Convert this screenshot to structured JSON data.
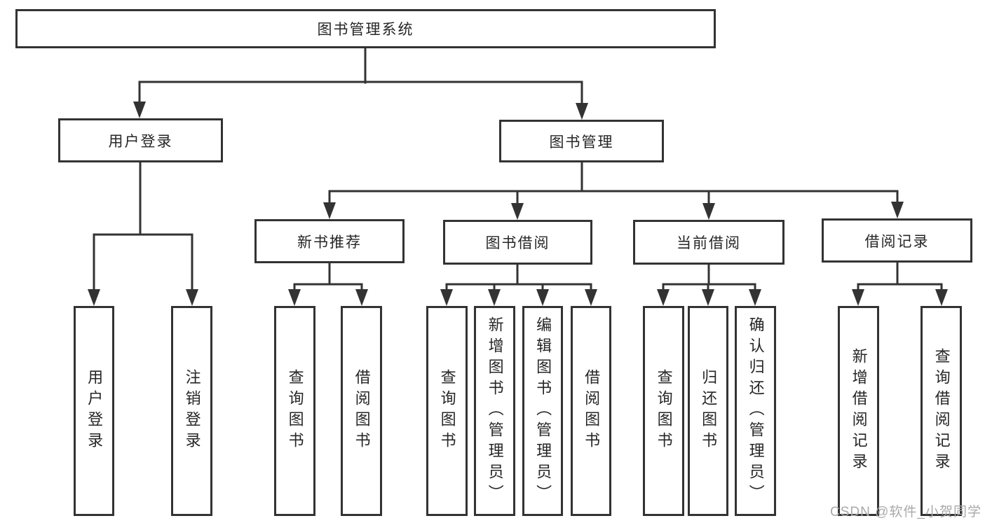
{
  "diagram": {
    "root": {
      "label": "图书管理系统"
    },
    "branches": [
      {
        "id": "user-login",
        "label": "用户登录",
        "leaves": [
          "用户登录",
          "注销登录"
        ]
      },
      {
        "id": "book-management",
        "label": "图书管理",
        "children": [
          {
            "id": "new-book-recommend",
            "label": "新书推荐",
            "leaves": [
              "查询图书",
              "借阅图书"
            ]
          },
          {
            "id": "book-borrow",
            "label": "图书借阅",
            "leaves": [
              "查询图书",
              "新增图书（管理员）",
              "编辑图书（管理员）",
              "借阅图书"
            ]
          },
          {
            "id": "current-borrow",
            "label": "当前借阅",
            "leaves": [
              "查询图书",
              "归还图书",
              "确认归还（管理员）"
            ]
          },
          {
            "id": "borrow-records",
            "label": "借阅记录",
            "leaves": [
              "新增借阅记录",
              "查询借阅记录"
            ]
          }
        ]
      }
    ]
  },
  "watermark": {
    "text": "CSDN @软件_小贺同学"
  },
  "colors": {
    "line": "#333333",
    "text": "#262626",
    "box_fill": "#ffffff",
    "watermark": "#a9a9a9"
  }
}
